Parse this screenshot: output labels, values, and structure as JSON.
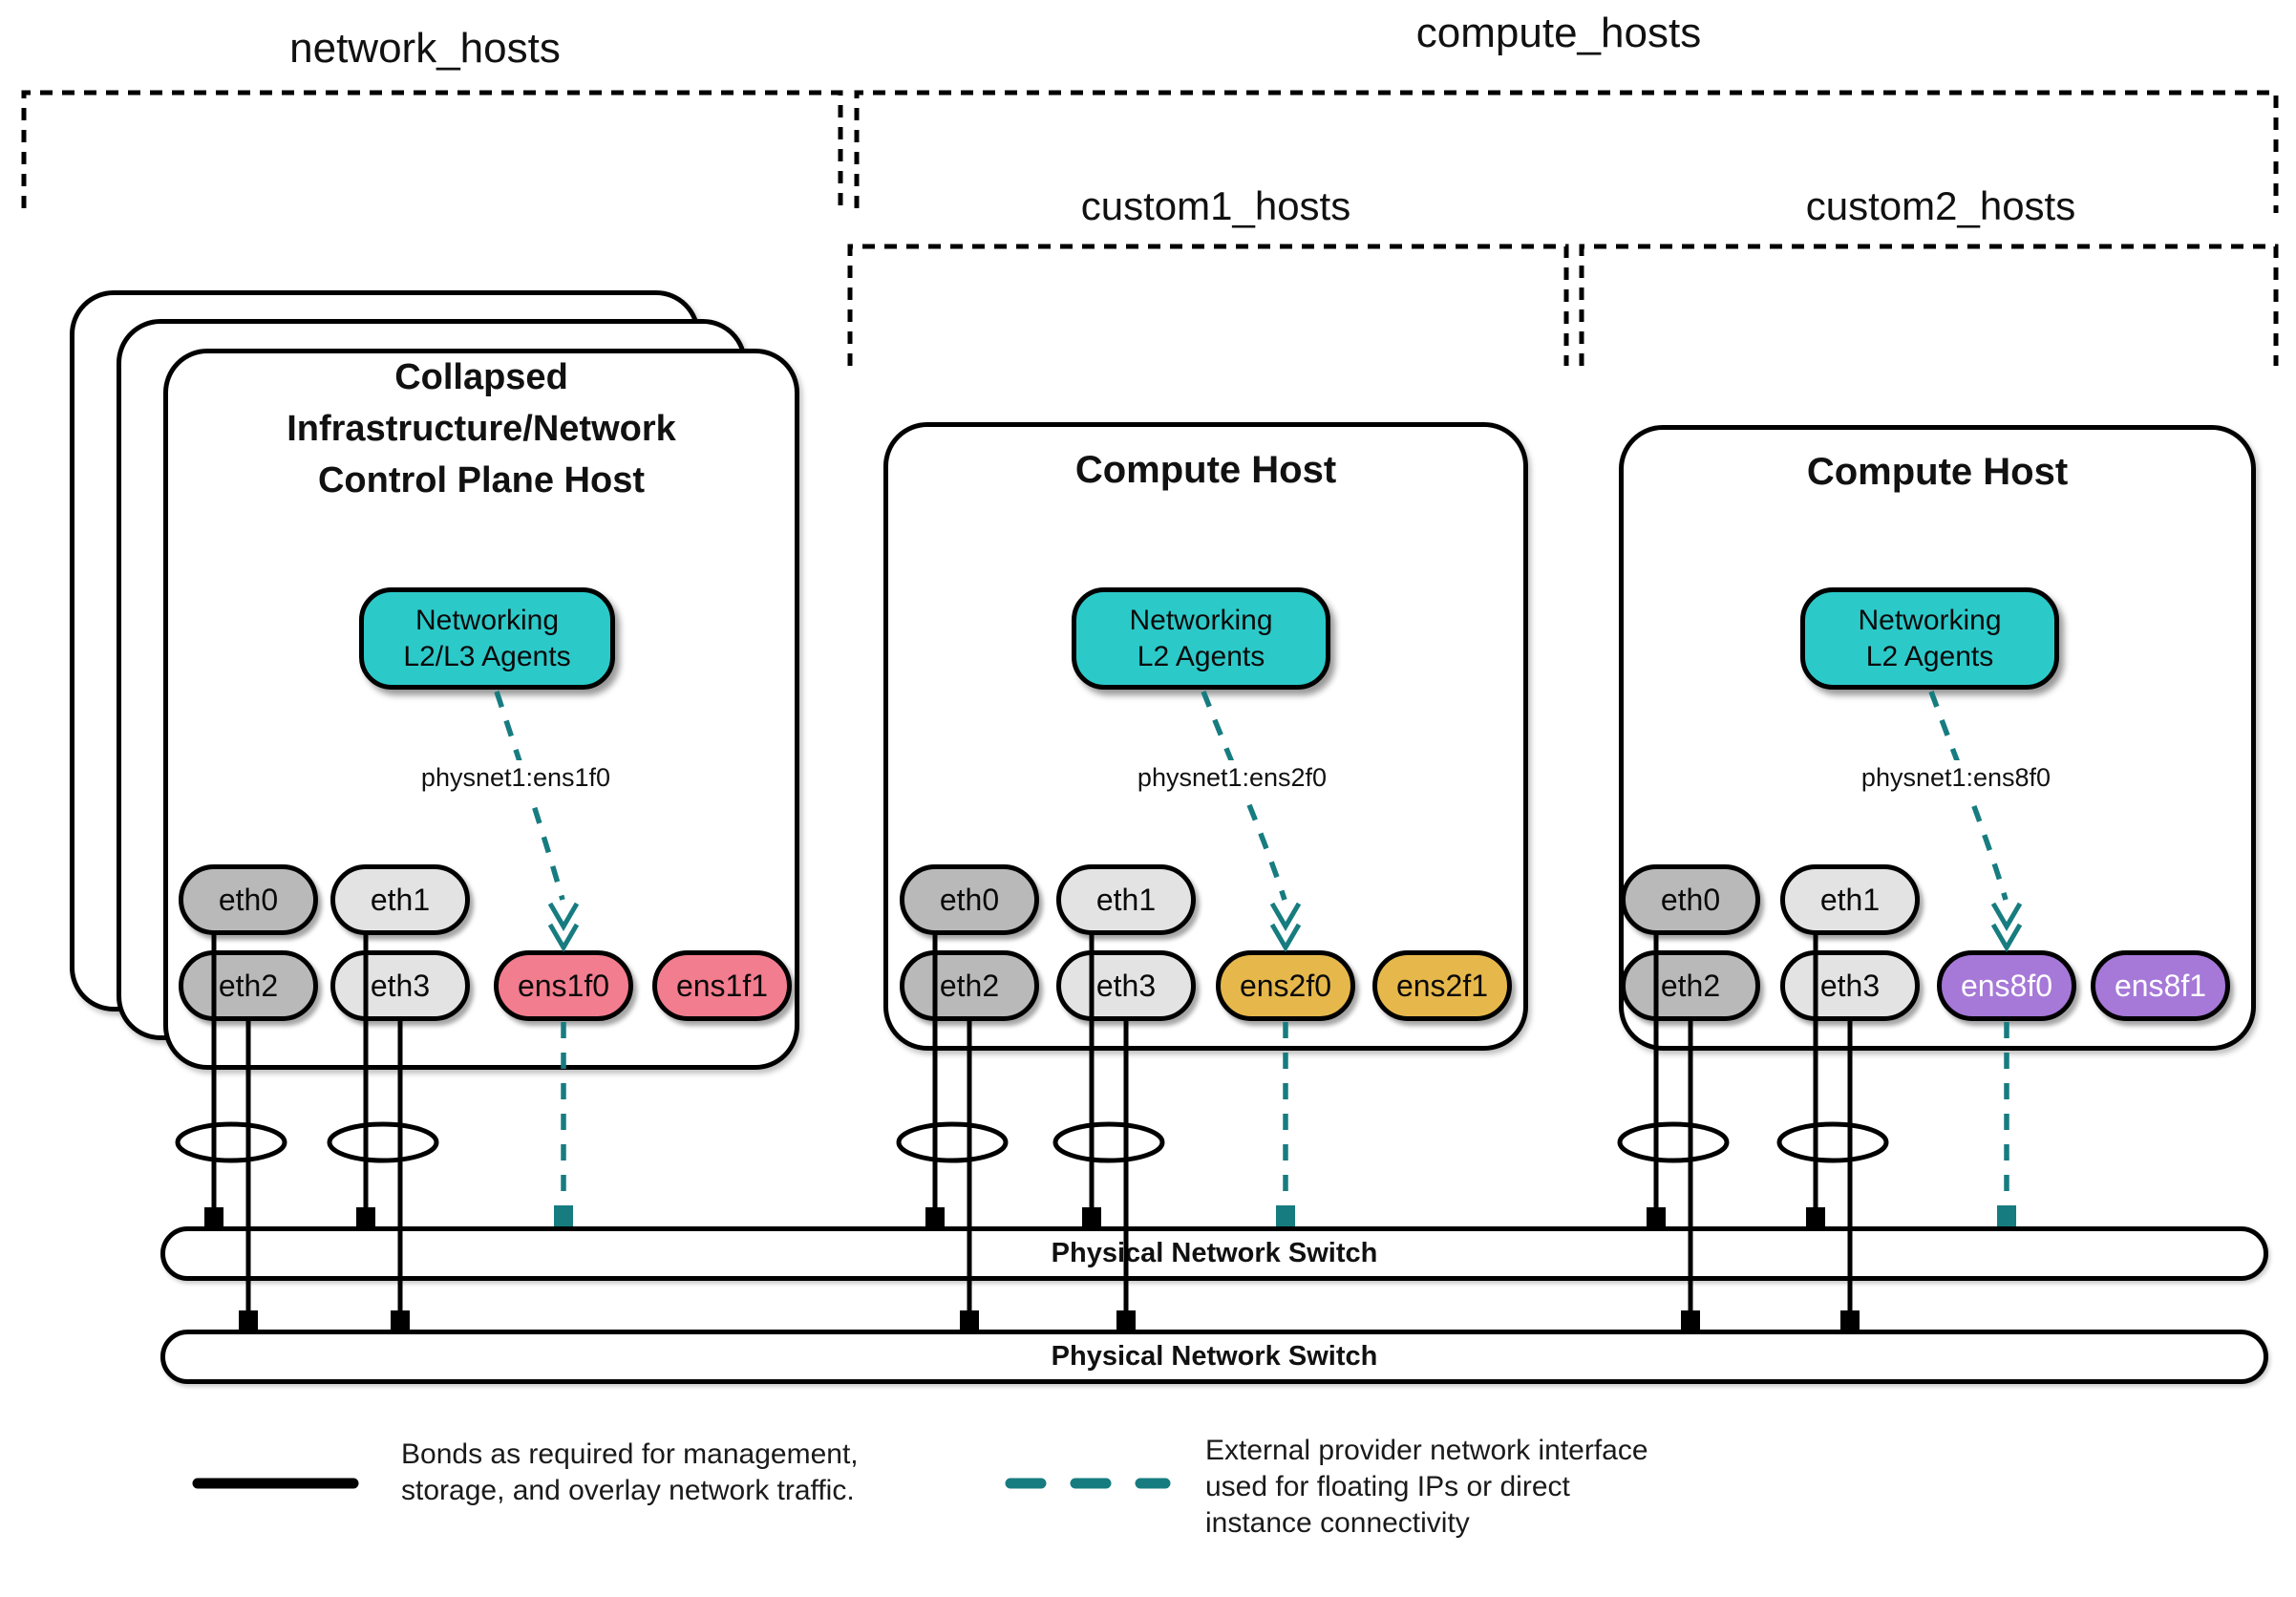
{
  "groups": {
    "network_hosts": "network_hosts",
    "compute_hosts": "compute_hosts",
    "custom1_hosts": "custom1_hosts",
    "custom2_hosts": "custom2_hosts"
  },
  "hosts": {
    "control": {
      "title_lines": [
        "Collapsed",
        "Infrastructure/Network",
        "Control Plane Host"
      ],
      "agent_lines": [
        "Networking",
        "L2/L3 Agents"
      ],
      "physnet": "physnet1:ens1f0",
      "nics": [
        "eth0",
        "eth1",
        "eth2",
        "eth3",
        "ens1f0",
        "ens1f1"
      ]
    },
    "compute1": {
      "title": "Compute Host",
      "agent_lines": [
        "Networking",
        "L2 Agents"
      ],
      "physnet": "physnet1:ens2f0",
      "nics": [
        "eth0",
        "eth1",
        "eth2",
        "eth3",
        "ens2f0",
        "ens2f1"
      ]
    },
    "compute2": {
      "title": "Compute Host",
      "agent_lines": [
        "Networking",
        "L2 Agents"
      ],
      "physnet": "physnet1:ens8f0",
      "nics": [
        "eth0",
        "eth1",
        "eth2",
        "eth3",
        "ens8f0",
        "ens8f1"
      ]
    }
  },
  "switches": {
    "top": "Physical Network Switch",
    "bottom": "Physical Network Switch"
  },
  "legend": {
    "bond_lines": [
      "Bonds as required for management,",
      "storage, and overlay network traffic."
    ],
    "provider_lines": [
      "External provider network interface",
      "used for floating IPs or direct",
      "instance connectivity"
    ]
  },
  "colors": {
    "outline": "#000000",
    "agent_fill": "#2CC9C9",
    "provider_teal": "#177C80",
    "nic_gray_dark": "#B9B9B9",
    "nic_gray_light": "#E3E3E3",
    "nic_pink": "#F27D8E",
    "nic_gold": "#E6B84C",
    "nic_purple": "#A678D8",
    "text": "#111111"
  }
}
